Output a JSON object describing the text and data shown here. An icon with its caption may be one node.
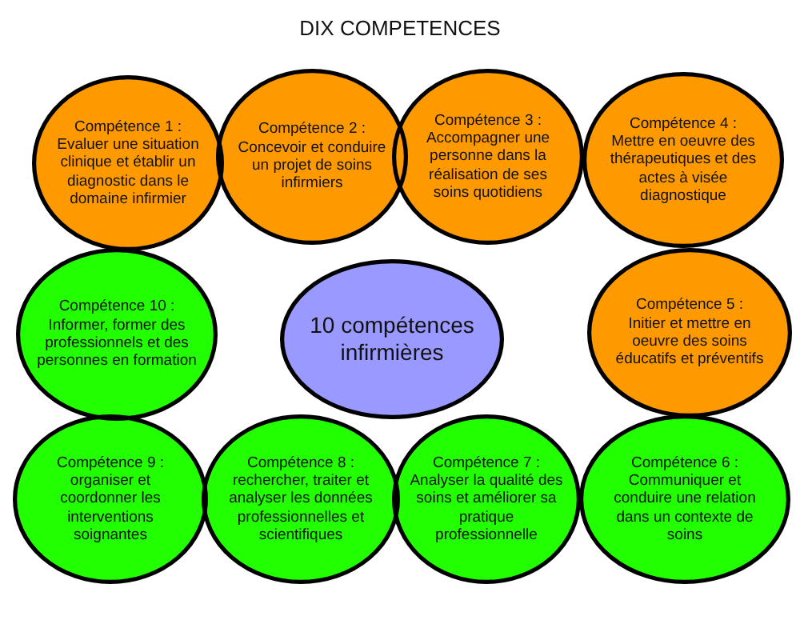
{
  "diagram": {
    "title": "DIX COMPETENCES",
    "nodes": [
      {
        "text": [
          "Compétence 1 :",
          "Evaluer une situation clinique et établir un diagnostic dans le domaine infirmier"
        ]
      },
      {
        "text": [
          "Compétence 2 :",
          "Concevoir et conduire un projet de soins infirmiers"
        ]
      },
      {
        "text": [
          "Compétence 3 :",
          "Accompagner une personne dans la réalisation de ses soins quotidiens"
        ]
      },
      {
        "text": [
          "Compétence 4 :",
          "Mettre en oeuvre des thérapeutiques et des actes à visée diagnostique"
        ]
      },
      {
        "text": [
          "Compétence 10 :",
          "Informer, former des professionnels et des personnes en formation"
        ]
      },
      {
        "text": [
          "10 compétences infirmières"
        ]
      },
      {
        "text": [
          "Compétence 5 :",
          "Initier et mettre en oeuvre des soins éducatifs et préventifs"
        ]
      },
      {
        "text": [
          "Compétence 9 :",
          "organiser et coordonner les interventions soignantes"
        ]
      },
      {
        "text": [
          "Compétence 8 :",
          "rechercher, traiter et analyser les données professionnelles et scientifiques"
        ]
      },
      {
        "text": [
          "Compétence 7 :",
          "Analyser la qualité des soins et améliorer sa pratique professionnelle"
        ]
      },
      {
        "text": [
          "Compétence 6 :",
          "Communiquer et conduire une relation dans un contexte de soins"
        ]
      }
    ]
  }
}
